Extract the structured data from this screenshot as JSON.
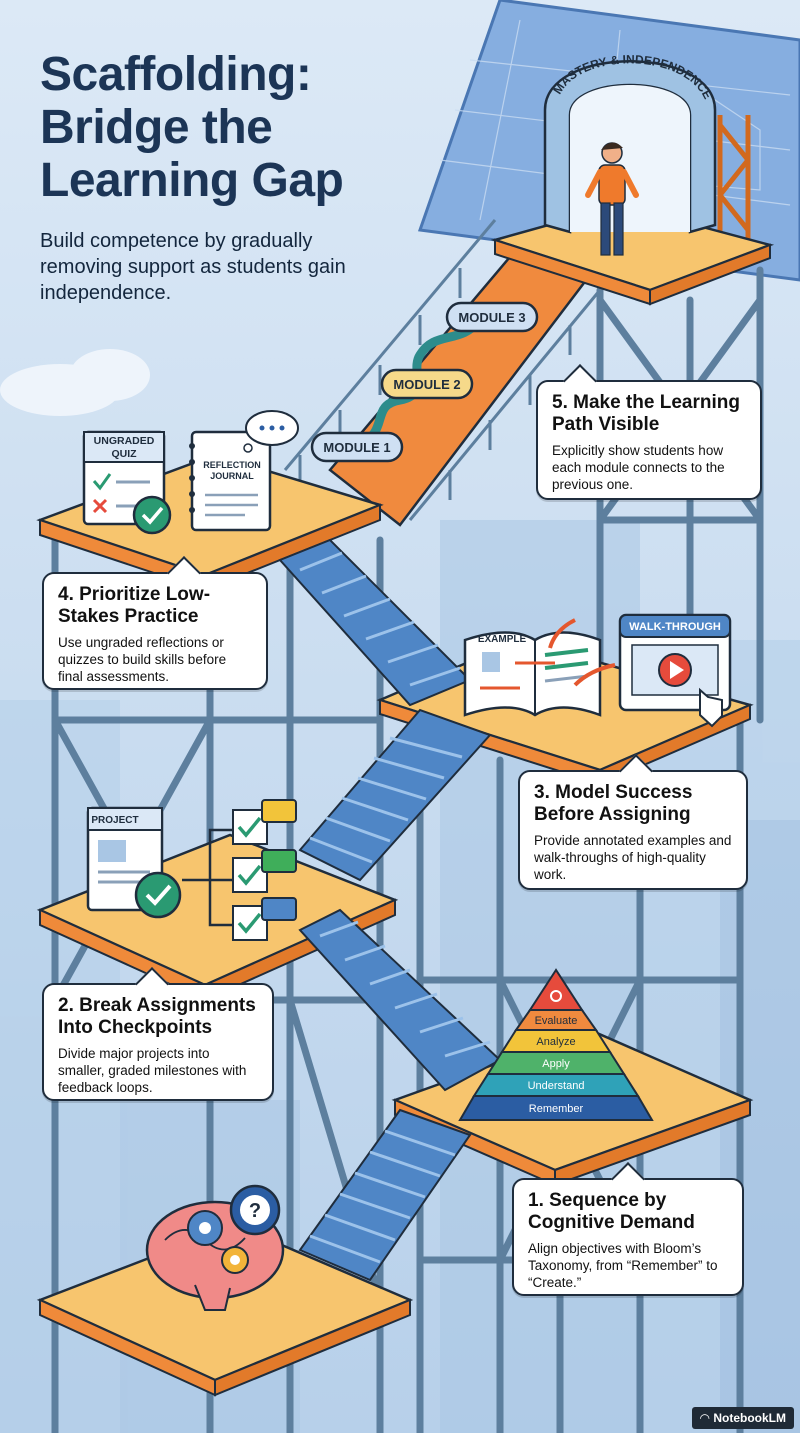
{
  "title": "Scaffolding: Bridge the Learning Gap",
  "subtitle": "Build competence by gradually removing support as students gain independence.",
  "arch_label": "MASTERY & INDEPENDENCE",
  "steps": [
    {
      "heading": "1. Sequence by Cognitive Demand",
      "body": "Align objectives with Bloom’s Taxonomy, from “Remember” to “Create.”"
    },
    {
      "heading": "2. Break Assignments Into Checkpoints",
      "body": "Divide major projects into smaller, graded milestones with feedback loops."
    },
    {
      "heading": "3. Model Success Before Assigning",
      "body": "Provide annotated examples and walk-throughs of high-quality work."
    },
    {
      "heading": "4. Prioritize Low-Stakes Practice",
      "body": "Use ungraded reflections or quizzes to build skills before final assessments."
    },
    {
      "heading": "5. Make the Learning Path Visible",
      "body": "Explicitly show students how each module connects to the previous one."
    }
  ],
  "modules": [
    "MODULE 1",
    "MODULE 2",
    "MODULE 3"
  ],
  "pyramid": [
    "Evaluate",
    "Analyze",
    "Apply",
    "Understand",
    "Remember"
  ],
  "icons": {
    "quiz_label": "UNGRADED QUIZ",
    "journal_label": "REFLECTION JOURNAL",
    "project_label": "PROJECT",
    "example_label": "EXAMPLE",
    "walkthrough_label": "WALK-THROUGH"
  },
  "brand": "NotebookLM",
  "colors": {
    "sky": "#cfe2f3",
    "platform_top": "#f7c56e",
    "platform_edge": "#ef8a3a",
    "scaffold": "#5d7f9e",
    "stairs": "#4f86c6",
    "ramp": "#f08a3e",
    "dark_outline": "#1f2d3d"
  }
}
